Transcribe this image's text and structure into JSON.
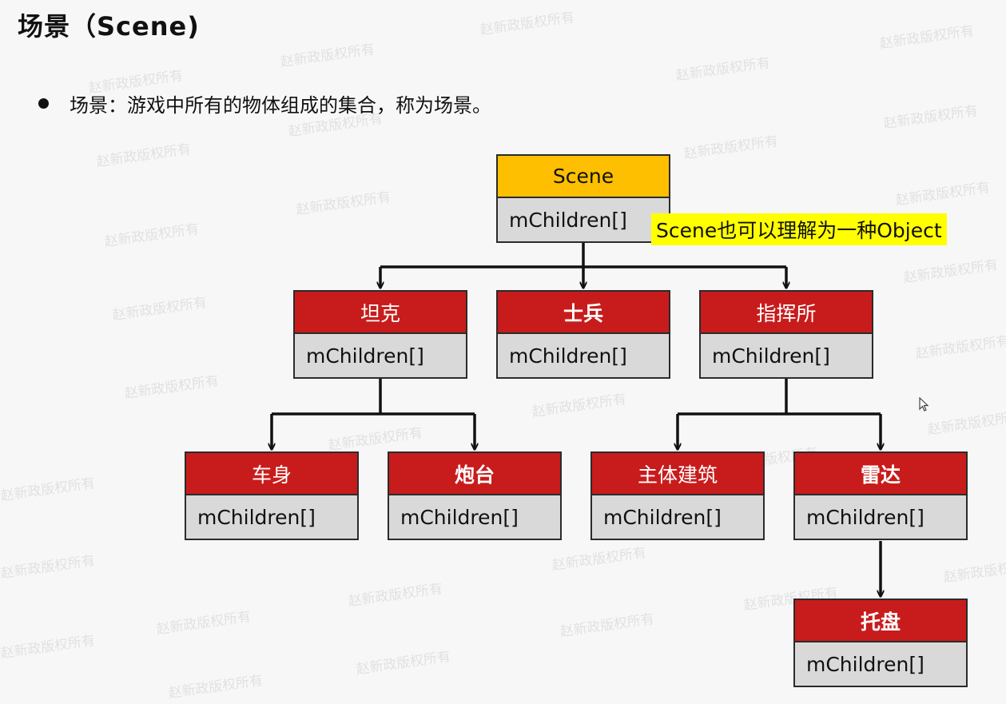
{
  "title": "场景（Scene)",
  "bullet": "场景：游戏中所有的物体组成的集合，称为场景。",
  "watermark": "赵新政版权所有",
  "callout": "Scene也可以理解为一种Object",
  "nodes": {
    "scene": {
      "label": "Scene",
      "children": "mChildren[]"
    },
    "tank": {
      "label": "坦克",
      "children": "mChildren[]"
    },
    "soldier": {
      "label": "士兵",
      "children": "mChildren[]"
    },
    "command": {
      "label": "指挥所",
      "children": "mChildren[]"
    },
    "body": {
      "label": "车身",
      "children": "mChildren[]"
    },
    "turret": {
      "label": "炮台",
      "children": "mChildren[]"
    },
    "building": {
      "label": "主体建筑",
      "children": "mChildren[]"
    },
    "radar": {
      "label": "雷达",
      "children": "mChildren[]"
    },
    "tray": {
      "label": "托盘",
      "children": "mChildren[]"
    }
  },
  "colors": {
    "node_header": "#c81c1c",
    "scene_header": "#fdbf00",
    "node_body": "#d9d9d9",
    "callout_bg": "#ffff00"
  }
}
